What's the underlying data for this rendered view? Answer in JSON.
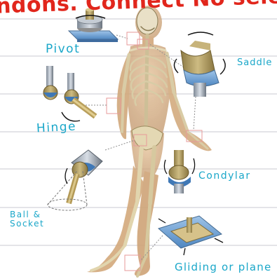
{
  "heading_text": "ndons. Connect No sele n",
  "joint_labels": {
    "pivot": "Pivot",
    "saddle": "Saddle",
    "hinge": "Hinge",
    "condylar": "Condylar",
    "ball_socket_line1": "Ball &",
    "ball_socket_line2": "Socket",
    "gliding": "Gliding or plane"
  },
  "colors": {
    "heading_ink": "#e1261c",
    "label_ink": "#1aa7c9",
    "ruled_line": "#c8c8d2",
    "bone": "#b8a66a",
    "skin": "#d9b48c"
  }
}
